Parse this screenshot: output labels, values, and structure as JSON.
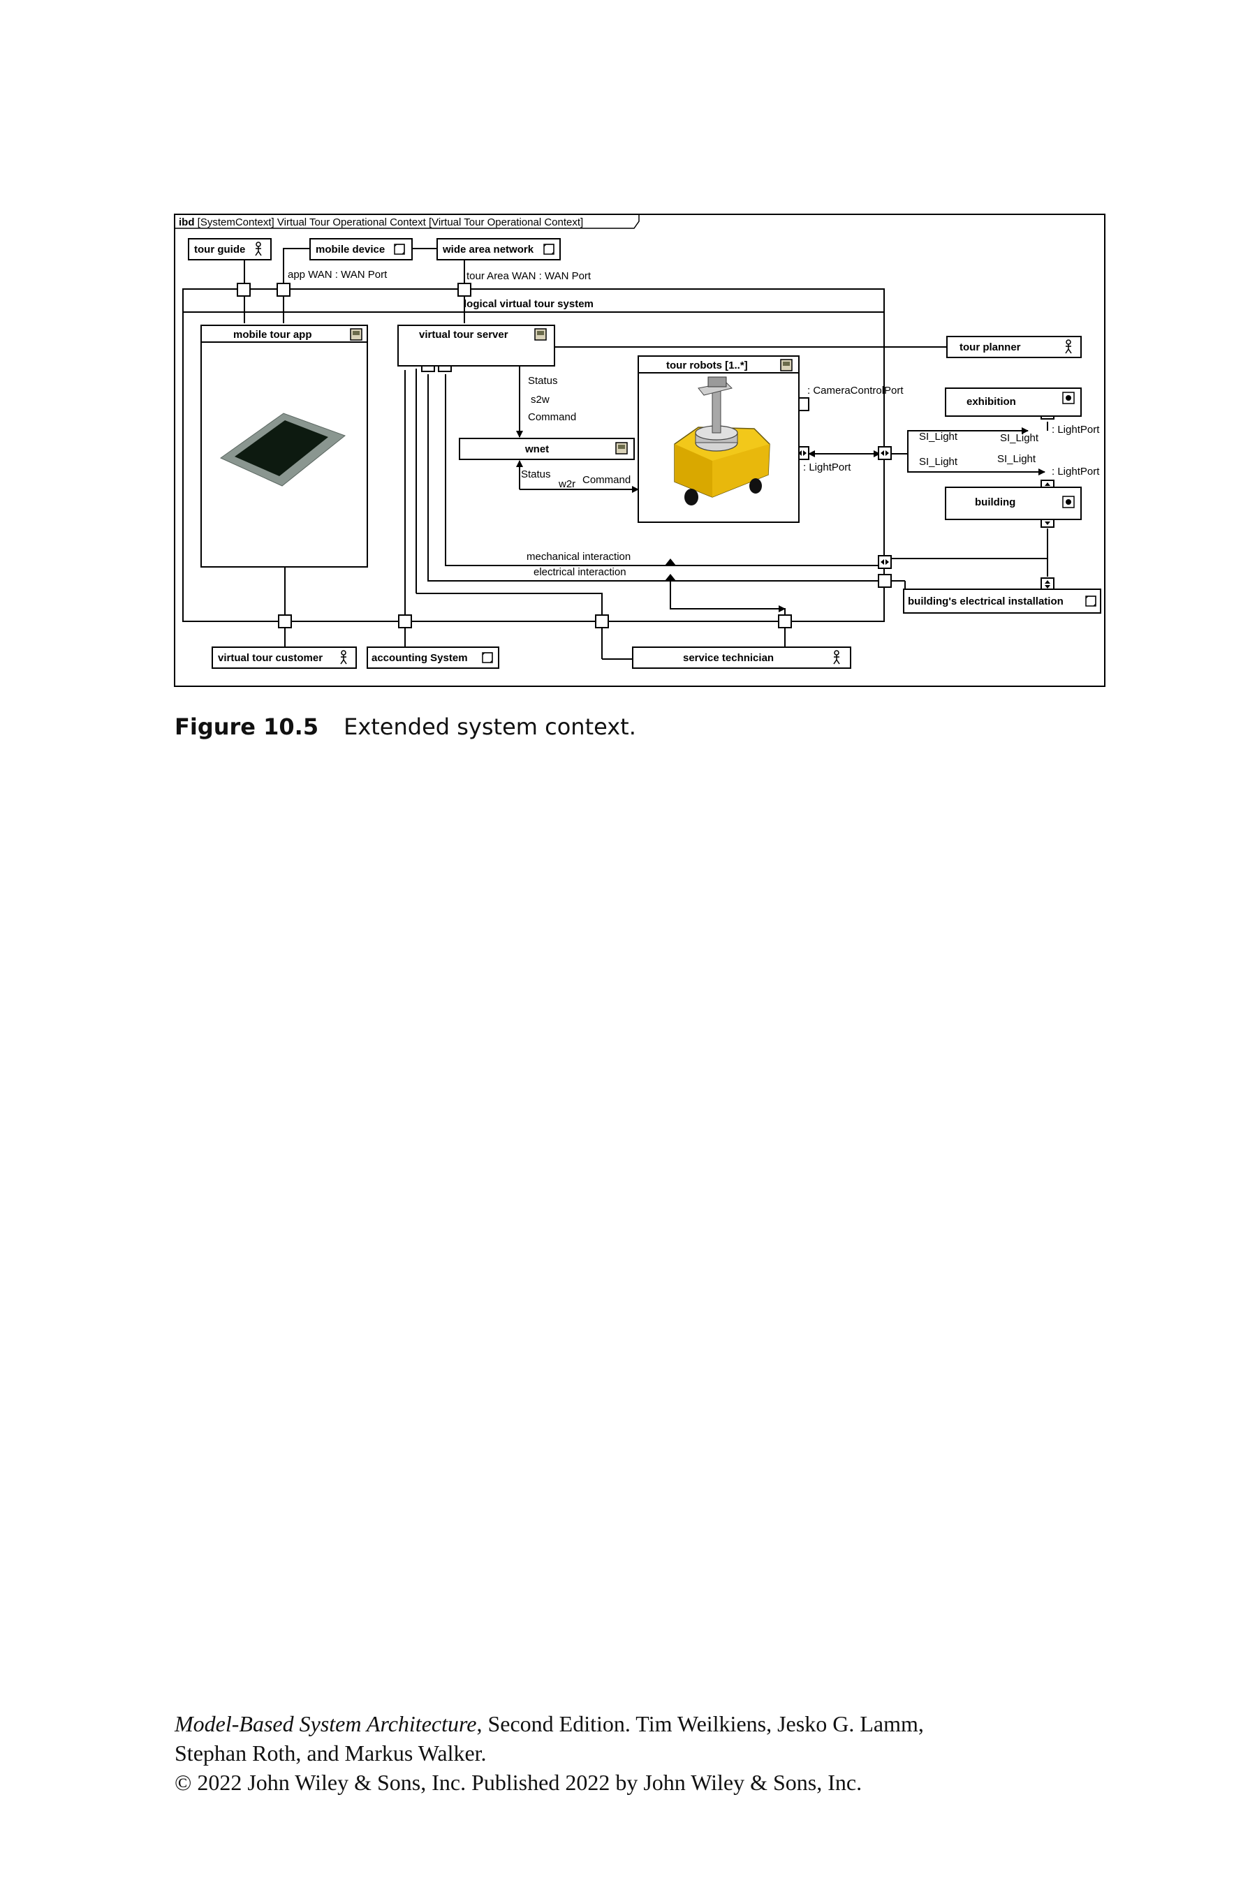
{
  "diagram": {
    "frame_kind": "ibd",
    "frame_title": "[SystemContext] Virtual Tour Operational Context [Virtual Tour Operational Context]",
    "blocks": {
      "tour_guide": "tour guide",
      "mobile_device": "mobile device",
      "wide_area_network": "wide area network",
      "logical_virtual_tour_system": "logical virtual tour system",
      "mobile_tour_app": "mobile tour app",
      "virtual_tour_server": "virtual tour server",
      "tour_robots": "tour robots [1..*]",
      "wnet": "wnet",
      "tour_planner": "tour planner",
      "exhibition": "exhibition",
      "building": "building",
      "buildings_electrical_installation": "building's electrical installation",
      "virtual_tour_customer": "virtual tour customer",
      "accounting_system": "accounting System",
      "service_technician": "service technician"
    },
    "labels": {
      "app_wan": "app WAN : WAN Port",
      "tour_area_wan": "tour Area WAN : WAN Port",
      "status_1": "Status",
      "s2w": "s2w",
      "command_1": "Command",
      "status_2": "Status",
      "w2r": "w2r",
      "command_2": "Command",
      "camera_control_port": ": CameraControlPort",
      "light_port_robot": ": LightPort",
      "si_light_1": "SI_Light",
      "si_light_2": "SI_Light",
      "si_light_3": "SI_Light",
      "si_light_4": "SI_Light",
      "light_port_exhibition": ": LightPort",
      "light_port_building": ": LightPort",
      "mechanical_interaction": "mechanical interaction",
      "electrical_interaction": "electrical interaction"
    }
  },
  "caption": {
    "number": "Figure 10.5",
    "text": "Extended system context."
  },
  "footer": {
    "book_title": "Model-Based System Architecture",
    "line1_rest": ", Second Edition. Tim Weilkiens, Jesko G. Lamm,",
    "line2": "Stephan Roth, and Markus Walker.",
    "line3": "© 2022 John Wiley & Sons, Inc. Published 2022 by John Wiley & Sons, Inc."
  }
}
